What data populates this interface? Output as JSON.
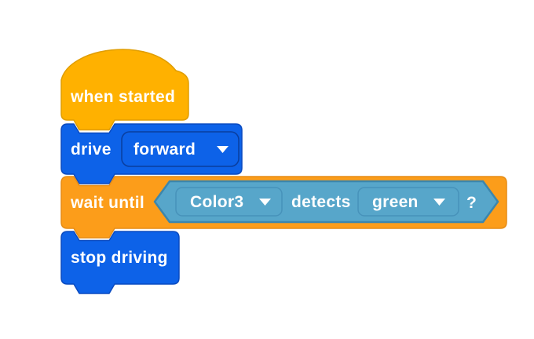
{
  "app": {
    "name": "block-coding-workspace"
  },
  "colors": {
    "background": "#FFFFFF",
    "events_fill": "#FFB100",
    "events_stroke": "#E09D00",
    "control_fill": "#FC9D1A",
    "control_stroke": "#E68C15",
    "drivetrain_fill": "#0D62E8",
    "drivetrain_stroke": "#0A4AC0",
    "drivetrain_field_stroke": "#0A3E9E",
    "sensing_fill": "#57A6CA",
    "sensing_stroke": "#3C86AC",
    "sensing_field_stroke": "#4792BA",
    "label_color": "#FFFFFF"
  },
  "blocks": {
    "when_started": {
      "label": "when started"
    },
    "drive": {
      "label": "drive",
      "direction_dropdown": {
        "value": "forward"
      }
    },
    "wait_until": {
      "label": "wait until"
    },
    "detects_condition": {
      "sensor_dropdown": {
        "value": "Color3"
      },
      "verb_label": "detects",
      "color_dropdown": {
        "value": "green"
      },
      "suffix_label": "?"
    },
    "stop_driving": {
      "label": "stop driving"
    }
  },
  "icons": {
    "dropdown_chevron": "triangle-down"
  }
}
